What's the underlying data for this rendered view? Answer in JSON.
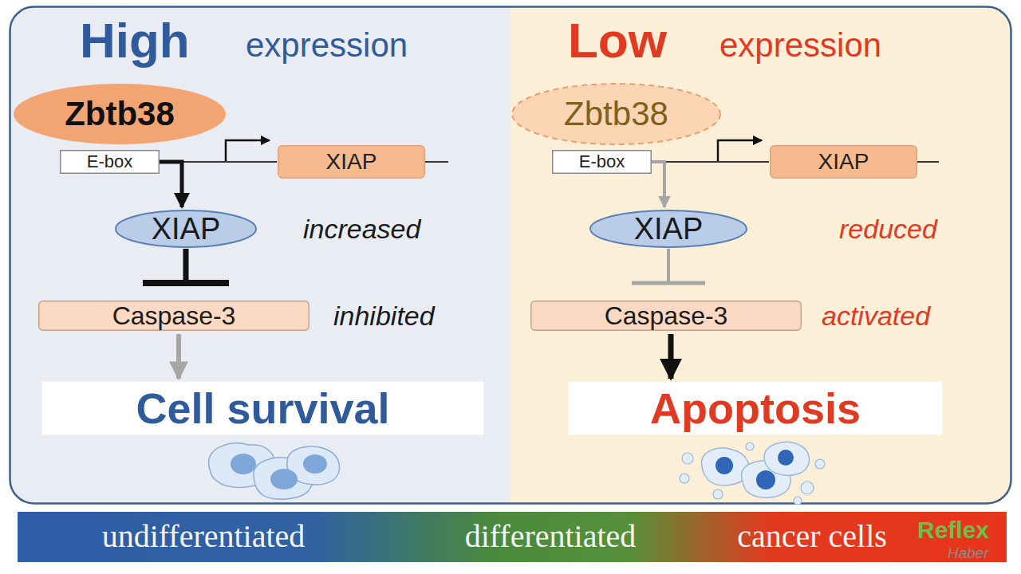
{
  "diagram": {
    "nodes": [
      {
        "text": [
          "High",
          "expression"
        ]
      },
      {
        "text": [
          "Zbtb38"
        ],
        "in": 0
      },
      {
        "text": [
          "E-box"
        ],
        "in": 0
      },
      {
        "text": [
          "XIAP"
        ],
        "in": 0
      },
      {
        "text": [
          "XIAP"
        ],
        "in": 0
      },
      {
        "text": [
          "Caspase-3"
        ],
        "in": 0
      },
      {
        "text": [
          "Cell survival"
        ],
        "in": 0
      },
      {
        "text": [
          "Low",
          "expression"
        ]
      },
      {
        "text": [
          "Zbtb38"
        ],
        "in": 7
      },
      {
        "text": [
          "E-box"
        ],
        "in": 7
      },
      {
        "text": [
          "XIAP"
        ],
        "in": 7
      },
      {
        "text": [
          "XIAP"
        ],
        "in": 7
      },
      {
        "text": [
          "Caspase-3"
        ],
        "in": 7
      },
      {
        "text": [
          "Apoptosis"
        ],
        "in": 7
      },
      {
        "text": [
          "undifferentiated",
          "differentiated",
          "cancer cells"
        ]
      }
    ],
    "edges": [
      {
        "from": 2,
        "to": 3,
        "arrow": "none"
      },
      {
        "from": 2,
        "to": 4,
        "arrow": "to"
      },
      {
        "from": 4,
        "to": 5,
        "arrow": "to"
      },
      {
        "from": 5,
        "to": 6,
        "arrow": "to"
      },
      {
        "from": 9,
        "to": 10,
        "arrow": "none"
      },
      {
        "from": 9,
        "to": 11,
        "arrow": "to"
      },
      {
        "from": 11,
        "to": 12,
        "arrow": "to"
      },
      {
        "from": 12,
        "to": 13,
        "arrow": "to"
      }
    ],
    "labels": [
      "increased",
      "inhibited",
      "reduced",
      "activated",
      "Reflex",
      "Haber"
    ]
  }
}
